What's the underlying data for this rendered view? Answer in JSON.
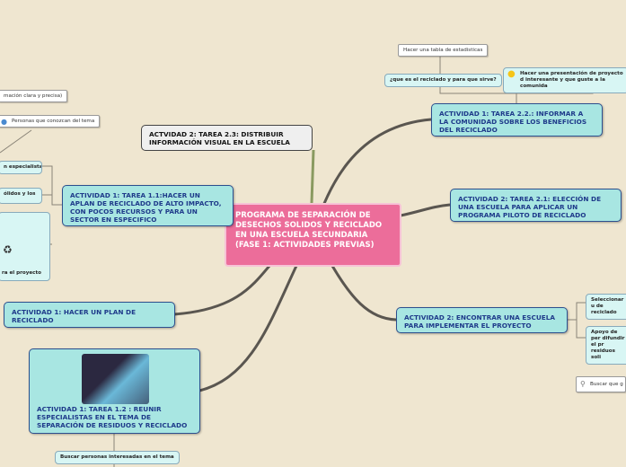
{
  "center": "PROGRAMA DE SEPARACIÓN DE DESECHOS SOLIDOS Y RECICLADO EN UNA ESCUELA SECUNDARIA (FASE 1: ACTIVIDADES PREVIAS)",
  "nodes": {
    "a23": "ACTVIDAD 2: TAREA 2.3: DISTRIBUIR INFORMACIÓN  VISUAL EN LA ESCUELA",
    "a122": "ACTIVIDAD 1: TAREA 2.2.: INFORMAR A LA COMUNIDAD SOBRE LOS BENEFICIOS DEL RECICLADO",
    "a21": "ACTIVIDAD 2: TAREA 2.1: ELECCIÓN DE UNA ESCUELA PARA APLICAR UN PROGRAMA PILOTO DE RECICLADO",
    "a2": "ACTIVIDAD 2: ENCONTRAR UNA ESCUELA PARA IMPLEMENTAR EL PROYECTO",
    "a11": "ACTIVIDAD 1: TAREA 1.1:HACER UN APLAN DE RECICLADO DE ALTO IMPACTO, CON POCOS RECURSOS Y PARA UN SECTOR EN ESPECIFICO",
    "a1": "ACTIVIDAD 1: HACER UN PLAN DE RECICLADO",
    "a12": "ACTIVIDAD 1: TAREA 1.2 : REUNIR ESPECIALISTAS EN EL TEMA DE SEPARACIÓN DE RESIDUOS Y RECICLADO"
  },
  "sub": {
    "tabla": "Hacer una tabla de estadisticas",
    "que": "¿que es el reciclado y para que sirve?",
    "present": "Hacer una presentación de proyecto d interesante y que guste a la comunida",
    "selec": "Seleccionar u de reciclado",
    "apoyo": "Apoyo de per difundir el pr residuos soli",
    "info": "mación clara y precisa)",
    "personas": "Personas que conozcan del tema",
    "espec": "n especialistas",
    "solidos": "ólidos y los",
    "proyecto": "ra el proyecto",
    "buscar_personas": "Buscar personas interesadas en el tema"
  },
  "search": {
    "placeholder": "Buscar que g"
  },
  "colors": {
    "center": "#ec6d9a",
    "node": "#a8e6e2",
    "background": "#efe6d0"
  }
}
